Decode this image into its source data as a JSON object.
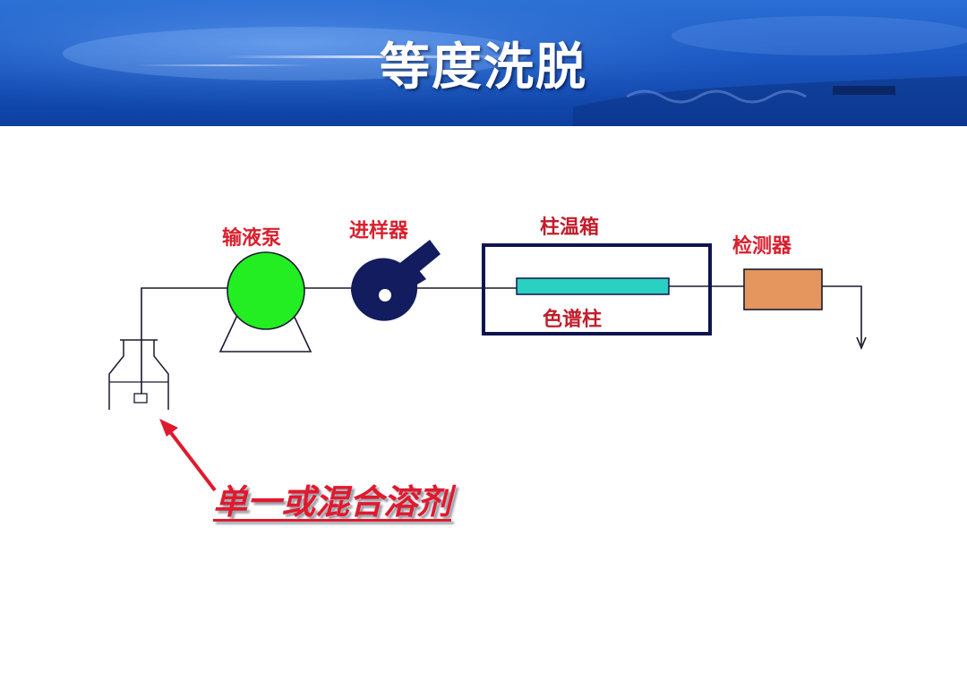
{
  "slide": {
    "title": "等度洗脱"
  },
  "labels": {
    "pump": "输液泵",
    "injector": "进样器",
    "oven": "柱温箱",
    "column": "色谱柱",
    "detector": "检测器",
    "solvent": "单一或混合溶剂"
  },
  "colors": {
    "pump": "#22ee22",
    "injector": "#121c5e",
    "column": "#2ad0c0",
    "detector": "#e4965e",
    "oven_border": "#0f1450",
    "label_red": "#d8202f",
    "arrow_red": "#e01a2e"
  }
}
